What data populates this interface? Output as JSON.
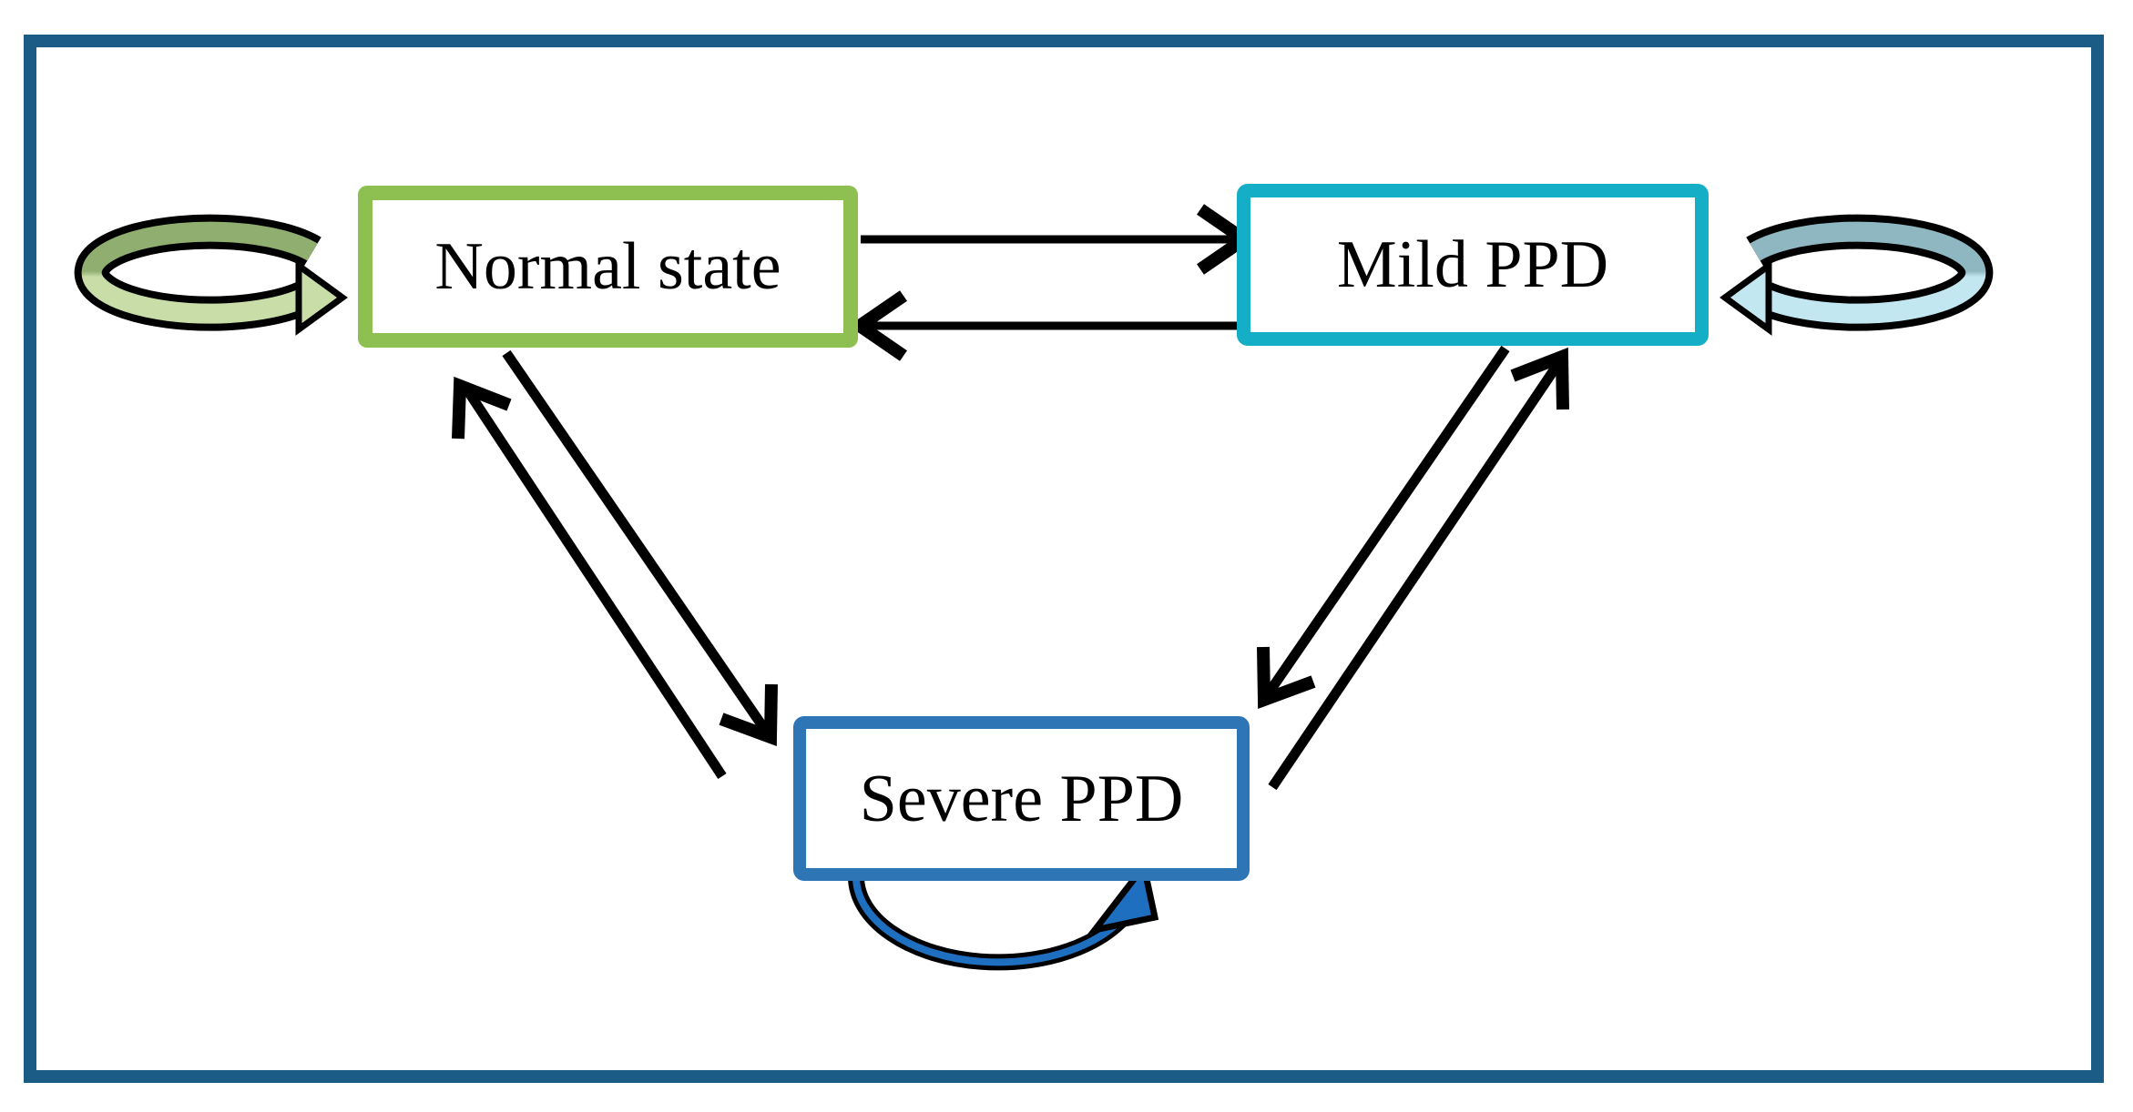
{
  "figure": {
    "type": "state-transition-diagram",
    "nodes": [
      {
        "id": "normal",
        "label": "Normal state",
        "border_color": "#8DC050",
        "has_self_loop": true
      },
      {
        "id": "mild",
        "label": "Mild PPD",
        "border_color": "#14AEC6",
        "has_self_loop": true
      },
      {
        "id": "severe",
        "label": "Severe PPD",
        "border_color": "#2E75B6",
        "has_self_loop": true
      }
    ],
    "edges": [
      {
        "from": "Normal state",
        "to": "Mild PPD",
        "type": "straight-arrow"
      },
      {
        "from": "Mild PPD",
        "to": "Normal state",
        "type": "straight-arrow"
      },
      {
        "from": "Normal state",
        "to": "Severe PPD",
        "type": "straight-arrow"
      },
      {
        "from": "Severe PPD",
        "to": "Normal state",
        "type": "straight-arrow"
      },
      {
        "from": "Mild PPD",
        "to": "Severe PPD",
        "type": "straight-arrow"
      },
      {
        "from": "Severe PPD",
        "to": "Mild PPD",
        "type": "straight-arrow"
      },
      {
        "from": "Normal state",
        "to": "Normal state",
        "type": "self-loop",
        "colors": [
          "#8FAE70",
          "#C8DDA7"
        ]
      },
      {
        "from": "Mild PPD",
        "to": "Mild PPD",
        "type": "self-loop",
        "colors": [
          "#8FB7C2",
          "#C3E7F1"
        ]
      },
      {
        "from": "Severe PPD",
        "to": "Severe PPD",
        "type": "self-loop",
        "colors": [
          "#1F6FC0"
        ]
      }
    ],
    "colors": {
      "frame": "#1A5C86",
      "arrow": "#000000",
      "normal_border": "#8DC050",
      "mild_border": "#14AEC6",
      "severe_border": "#2E75B6",
      "loop_normal_top": "#8FAE70",
      "loop_normal_bottom": "#C8DDA7",
      "loop_mild_top": "#8FB7C2",
      "loop_mild_bottom": "#C3E7F1",
      "loop_severe": "#1F6FC0"
    }
  }
}
